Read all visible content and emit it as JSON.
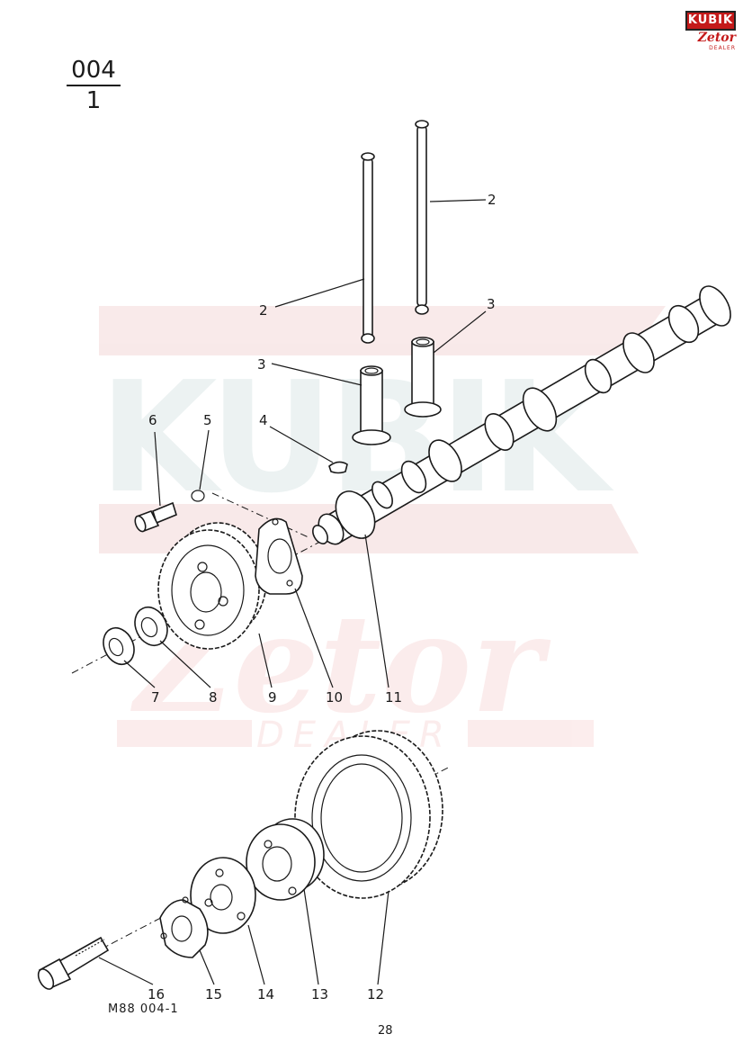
{
  "header": {
    "section_numerator": "004",
    "section_denominator": "1"
  },
  "logo": {
    "brand_top": "KUBIK",
    "brand_mid": "Zetor",
    "brand_bottom": "DEALER"
  },
  "watermark": {
    "word1": "KUBIK",
    "word2": "Zetor",
    "word3": "DEALER"
  },
  "callouts": [
    "2",
    "2",
    "3",
    "3",
    "4",
    "5",
    "6",
    "7",
    "8",
    "9",
    "10",
    "11",
    "12",
    "13",
    "14",
    "15",
    "16"
  ],
  "footer": {
    "reference_code": "M88  004-1",
    "page_number": "28"
  }
}
